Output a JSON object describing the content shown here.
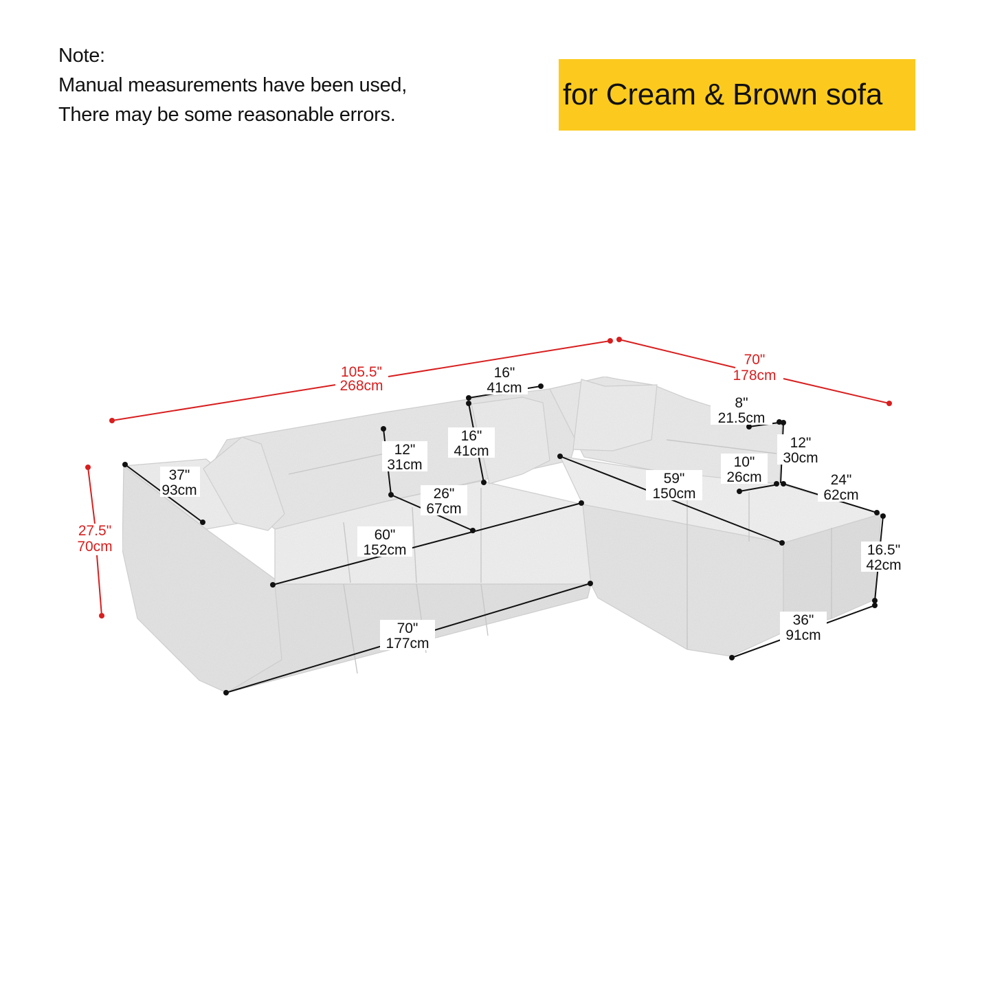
{
  "note": {
    "title": "Note:",
    "line1": "Manual measurements have been used,",
    "line2": "There may be some reasonable errors."
  },
  "banner": {
    "label": "for Cream & Brown sofa",
    "color": "#fcca1e"
  },
  "colors": {
    "overall_dimension": "#d81e1e",
    "detail_dimension": "#111111",
    "sofa_fabric": "#e9e9e9"
  },
  "dimensions": {
    "overall_length": {
      "inch": "105.5\"",
      "cm": "268cm"
    },
    "overall_depth": {
      "inch": "70\"",
      "cm": "178cm"
    },
    "overall_height": {
      "inch": "27.5\"",
      "cm": "70cm"
    },
    "arm_depth": {
      "inch": "37\"",
      "cm": "93cm"
    },
    "back_height": {
      "inch": "12\"",
      "cm": "31cm"
    },
    "seat_depth": {
      "inch": "26\"",
      "cm": "67cm"
    },
    "pillow_width": {
      "inch": "16\"",
      "cm": "41cm"
    },
    "pillow_height": {
      "inch": "16\"",
      "cm": "41cm"
    },
    "seat_width": {
      "inch": "60\"",
      "cm": "152cm"
    },
    "front_length": {
      "inch": "70\"",
      "cm": "177cm"
    },
    "chaise_seat_length": {
      "inch": "59\"",
      "cm": "150cm"
    },
    "chaise_back_thickness": {
      "inch": "8\"",
      "cm": "21.5cm"
    },
    "chaise_back_height": {
      "inch": "12\"",
      "cm": "30cm"
    },
    "chaise_back_inner": {
      "inch": "10\"",
      "cm": "26cm"
    },
    "chaise_arm_depth": {
      "inch": "24\"",
      "cm": "62cm"
    },
    "seat_height": {
      "inch": "16.5\"",
      "cm": "42cm"
    },
    "chaise_width": {
      "inch": "36\"",
      "cm": "91cm"
    }
  }
}
